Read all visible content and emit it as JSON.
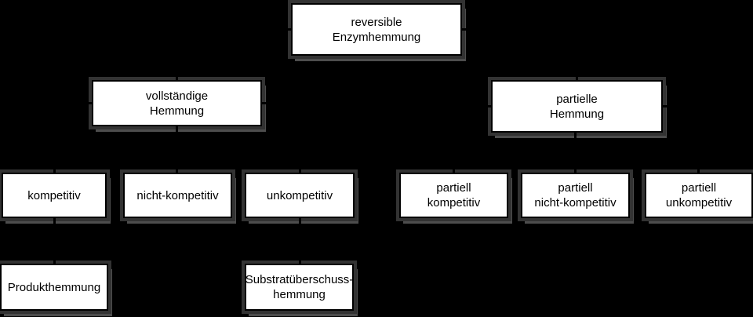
{
  "diagram": {
    "background_color": "#000000",
    "node_fill_color": "#ffffff",
    "node_border_color": "#000000",
    "node_text_color": "#000000",
    "node_shadow_color": "#4d4d4d",
    "connector_color": "#000000",
    "nodes": [
      {
        "id": "reversible-enzymhemmung",
        "label": "reversible\nEnzymhemmung",
        "level": 1,
        "parent": null
      },
      {
        "id": "vollstaendige-hemmung",
        "label": "vollständige\nHemmung",
        "level": 2,
        "parent": "reversible-enzymhemmung"
      },
      {
        "id": "partielle-hemmung",
        "label": "partielle\nHemmung",
        "level": 2,
        "parent": "reversible-enzymhemmung"
      },
      {
        "id": "kompetitiv",
        "label": "kompetitiv",
        "level": 3,
        "parent": "vollstaendige-hemmung"
      },
      {
        "id": "nicht-kompetitiv",
        "label": "nicht-kompetitiv",
        "level": 3,
        "parent": "vollstaendige-hemmung"
      },
      {
        "id": "unkompetitiv",
        "label": "unkompetitiv",
        "level": 3,
        "parent": "vollstaendige-hemmung"
      },
      {
        "id": "partiell-kompetitiv",
        "label": "partiell\nkompetitiv",
        "level": 3,
        "parent": "partielle-hemmung"
      },
      {
        "id": "partiell-nicht-kompetitiv",
        "label": "partiell\nnicht-kompetitiv",
        "level": 3,
        "parent": "partielle-hemmung"
      },
      {
        "id": "partiell-unkompetitiv",
        "label": "partiell\nunkompetitiv",
        "level": 3,
        "parent": "partielle-hemmung"
      },
      {
        "id": "produkthemmung",
        "label": "Produkthemmung",
        "level": 4,
        "parent": "kompetitiv"
      },
      {
        "id": "substratueberschusshemmung",
        "label": "Substratüberschuss-\nhemmung",
        "level": 4,
        "parent": "unkompetitiv"
      }
    ]
  }
}
